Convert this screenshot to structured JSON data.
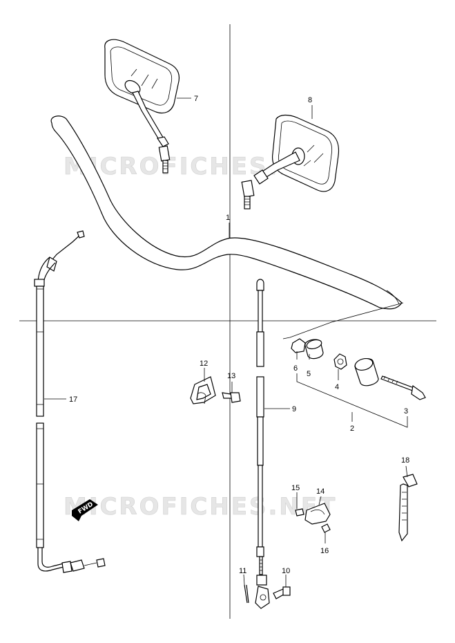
{
  "watermark": {
    "text_top": "MICROFICHES.NET",
    "text_bottom": "MICROFICHES.NET"
  },
  "direction_badge": {
    "label": "FWD"
  },
  "callouts": [
    {
      "id": "c1",
      "label": "1"
    },
    {
      "id": "c2",
      "label": "2"
    },
    {
      "id": "c3",
      "label": "3"
    },
    {
      "id": "c4",
      "label": "4"
    },
    {
      "id": "c5",
      "label": "5"
    },
    {
      "id": "c6",
      "label": "6"
    },
    {
      "id": "c7",
      "label": "7"
    },
    {
      "id": "c8",
      "label": "8"
    },
    {
      "id": "c9",
      "label": "9"
    },
    {
      "id": "c10",
      "label": "10"
    },
    {
      "id": "c11",
      "label": "11"
    },
    {
      "id": "c12",
      "label": "12"
    },
    {
      "id": "c13",
      "label": "13"
    },
    {
      "id": "c14",
      "label": "14"
    },
    {
      "id": "c15",
      "label": "15"
    },
    {
      "id": "c16",
      "label": "16"
    },
    {
      "id": "c17",
      "label": "17"
    },
    {
      "id": "c18",
      "label": "18"
    }
  ]
}
